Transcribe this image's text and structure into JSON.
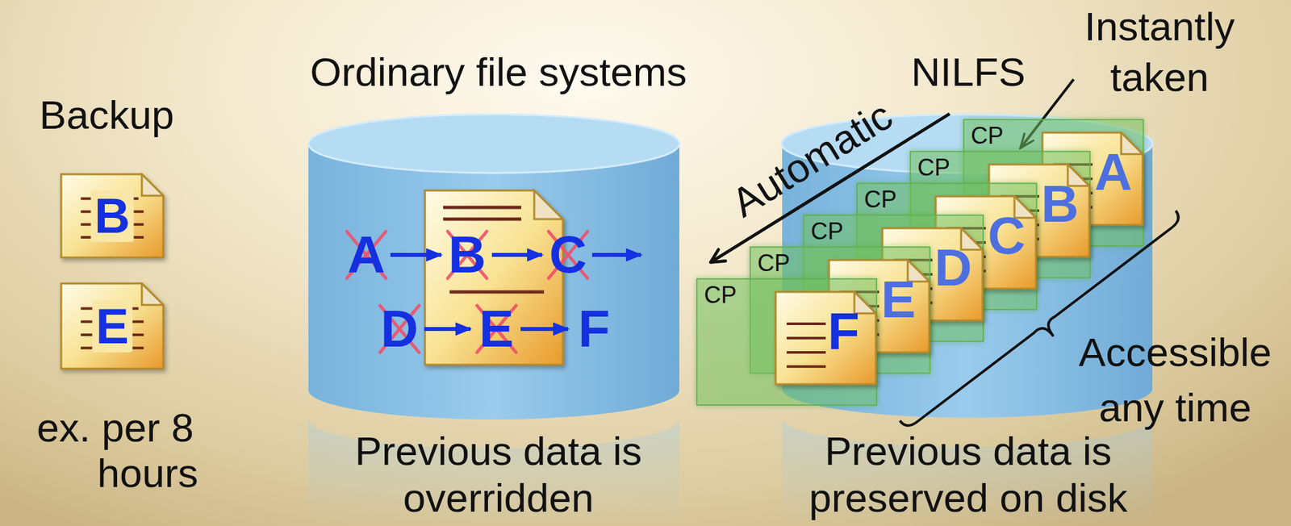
{
  "diagram": {
    "nodes": [
      {
        "text": [
          "B"
        ]
      },
      {
        "text": [
          "E"
        ]
      },
      {
        "text": [
          "Ordinary file systems",
          "Previous data is overridden"
        ]
      },
      {
        "text": [
          "NILFS",
          "Previous data is preserved on disk"
        ]
      },
      {
        "text": [
          "CP",
          "A"
        ],
        "in": 3
      },
      {
        "text": [
          "CP",
          "B"
        ],
        "in": 3
      },
      {
        "text": [
          "CP",
          "C"
        ],
        "in": 3
      },
      {
        "text": [
          "CP",
          "D"
        ],
        "in": 3
      },
      {
        "text": [
          "CP",
          "E"
        ],
        "in": 3
      },
      {
        "text": [
          "CP",
          "F"
        ],
        "in": 3
      }
    ],
    "edges": [
      {
        "from": 3,
        "to": 2,
        "arrow": "to",
        "label": "Automatic"
      }
    ],
    "labels": [
      "Backup",
      "ex. per 8 hours",
      "A",
      "B",
      "C",
      "D",
      "E",
      "F",
      "Instantly taken",
      "Accessible any time"
    ]
  }
}
